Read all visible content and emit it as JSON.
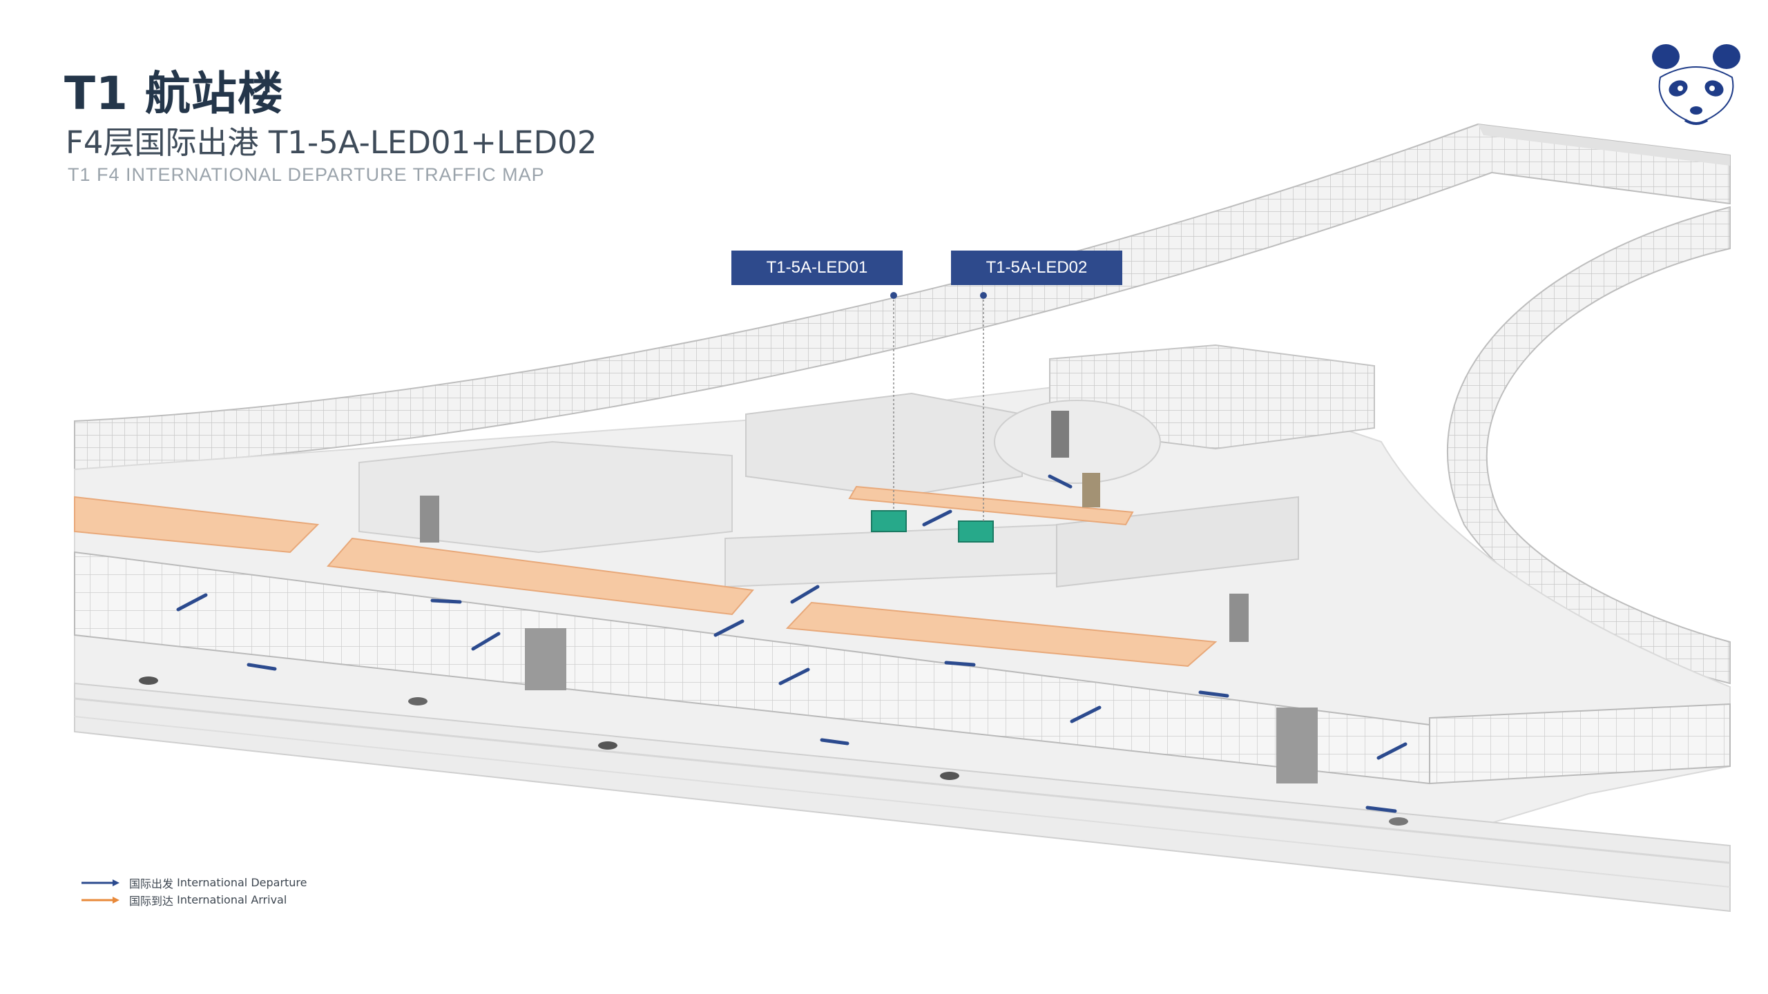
{
  "header": {
    "title": "T1 航站楼",
    "subtitle": "F4层国际出港 T1-5A-LED01+LED02",
    "subtitle_en": "T1 F4 INTERNATIONAL DEPARTURE TRAFFIC MAP"
  },
  "logo": {
    "icon": "panda-logo-icon",
    "color": "#1f3c88"
  },
  "callouts": [
    {
      "label": "T1-5A-LED01"
    },
    {
      "label": "T1-5A-LED02"
    }
  ],
  "legend": [
    {
      "zh": "国际出发",
      "en": "International Departure",
      "color": "#2b4a8e"
    },
    {
      "zh": "国际到达",
      "en": "International Arrival",
      "color": "#e8893a"
    }
  ],
  "colors": {
    "departure_arrow": "#2b4a8e",
    "arrival_zone": "#f6c9a3",
    "led_screen": "#27a98a",
    "callout_bg": "#2e4a8c"
  }
}
